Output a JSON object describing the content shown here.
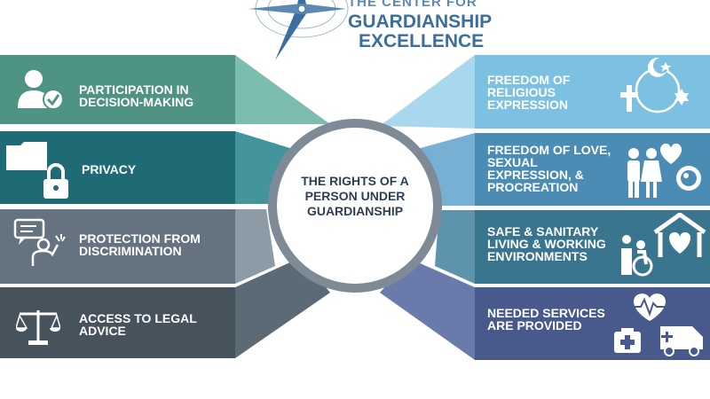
{
  "logo": {
    "line1": "THE CENTER FOR",
    "line2": "GUARDIANSHIP",
    "line3": "EXCELLENCE"
  },
  "center": {
    "title": "THE RIGHTS OF A PERSON UNDER GUARDIANSHIP"
  },
  "rights_left": [
    {
      "label": "PARTICIPATION IN DECISION-MAKING",
      "icon": "person-check-icon",
      "color": "#5a9e92"
    },
    {
      "label": "PRIVACY",
      "icon": "folder-lock-icon",
      "color": "#1f6f78"
    },
    {
      "label": "PROTECTION FROM DISCRIMINATION",
      "icon": "speech-person-icon",
      "color": "#6b7b87"
    },
    {
      "label": "ACCESS TO LEGAL ADVICE",
      "icon": "scales-icon",
      "color": "#4a5560"
    }
  ],
  "rights_right": [
    {
      "label": "FREEDOM OF RELIGIOUS EXPRESSION",
      "icon": "religious-symbols-icon",
      "color": "#7fc2e3"
    },
    {
      "label": "FREEDOM OF LOVE, SEXUAL EXPRESSION, & PROCREATION",
      "icon": "couple-heart-icon",
      "color": "#4e8fb8"
    },
    {
      "label": "SAFE & SANITARY LIVING & WORKING ENVIRONMENTS",
      "icon": "home-heart-icon",
      "color": "#3c7691"
    },
    {
      "label": "NEEDED SERVICES ARE PROVIDED",
      "icon": "medical-services-icon",
      "color": "#4a5c8f"
    }
  ]
}
